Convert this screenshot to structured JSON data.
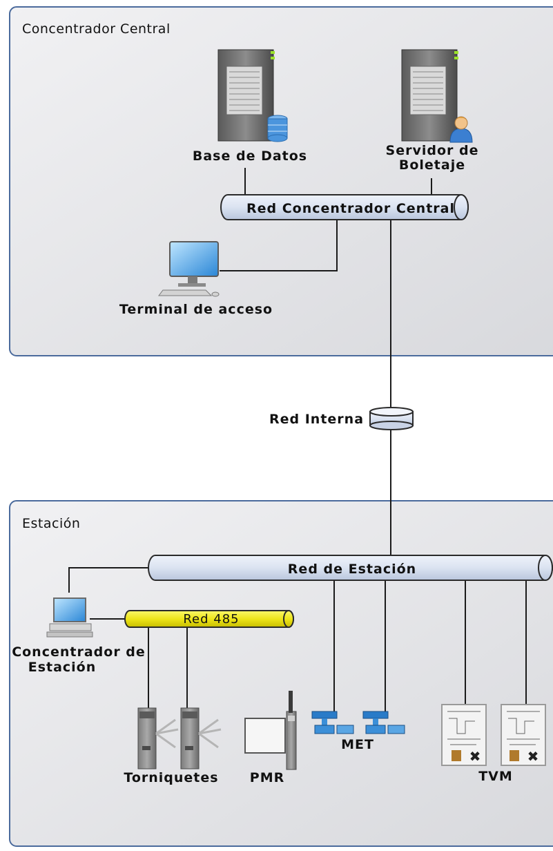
{
  "zones": {
    "central": "Concentrador Central",
    "station": "Estación"
  },
  "nodes": {
    "database": "Base de Datos",
    "ticketing_server_line1": "Servidor de",
    "ticketing_server_line2": "Boletaje",
    "central_network": "Red Concentrador Central",
    "access_terminal": "Terminal de acceso",
    "internal_network": "Red Interna",
    "station_network": "Red de Estación",
    "rs485_network": "Red 485",
    "station_concentrator_line1": "Concentrador de",
    "station_concentrator_line2": "Estación",
    "turnstiles": "Torniquetes",
    "pmr": "PMR",
    "met": "MET",
    "tvm": "TVM"
  },
  "colors": {
    "zone_fill": "#e6e7ea",
    "zone_border": "#4a6a9c",
    "network_fill": "#dfe6f3",
    "rs485_fill": "#f2ee1a",
    "line": "#1a1a1a"
  }
}
